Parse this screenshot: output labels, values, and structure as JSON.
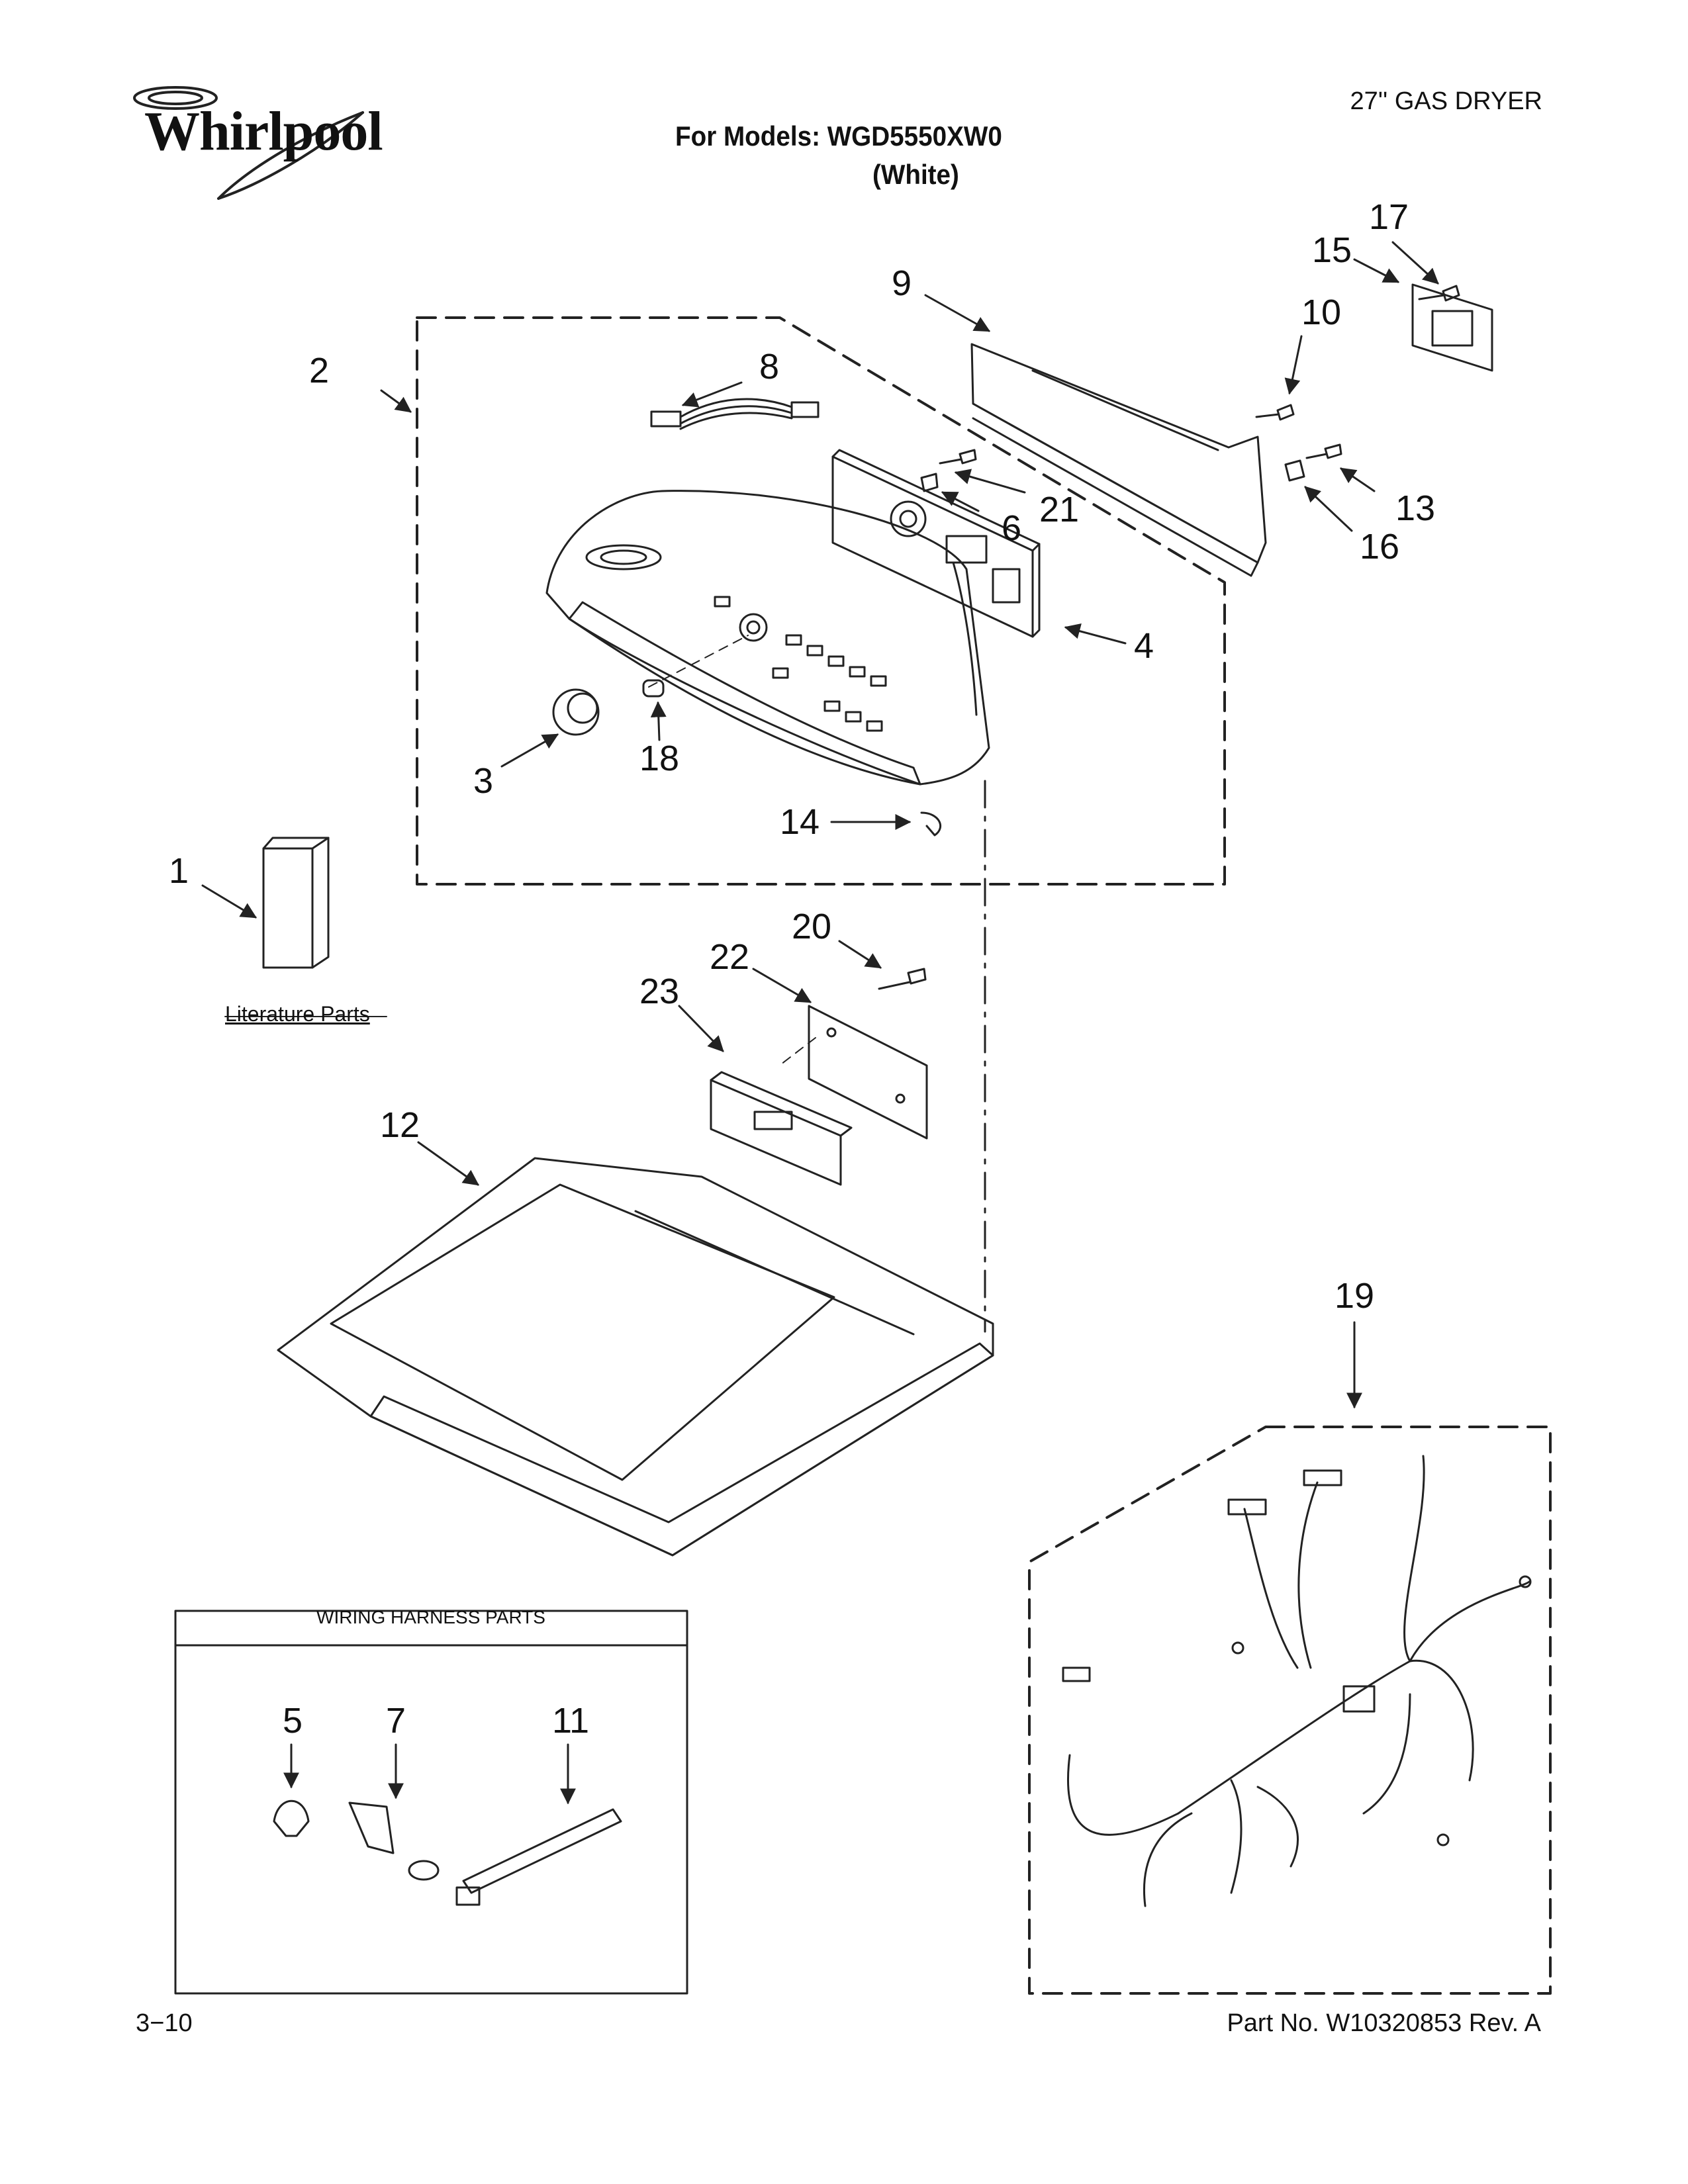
{
  "header": {
    "brand": "Whirlpool",
    "models_line": "For Models: WGD5550XW0",
    "color_line": "(White)",
    "category": "27'' GAS DRYER"
  },
  "footer": {
    "page_number": "3−10",
    "part_number": "Part No. W10320853 Rev. A"
  },
  "literature_label": "Literature Parts",
  "wiring_box_title": "WIRING HARNESS PARTS",
  "callouts": {
    "c1": "1",
    "c2": "2",
    "c3": "3",
    "c4": "4",
    "c5": "5",
    "c6": "6",
    "c7": "7",
    "c8": "8",
    "c9": "9",
    "c10": "10",
    "c11": "11",
    "c12": "12",
    "c13": "13",
    "c14": "14",
    "c15": "15",
    "c16": "16",
    "c17": "17",
    "c18": "18",
    "c19": "19",
    "c20": "20",
    "c21": "21",
    "c22": "22",
    "c23": "23"
  }
}
